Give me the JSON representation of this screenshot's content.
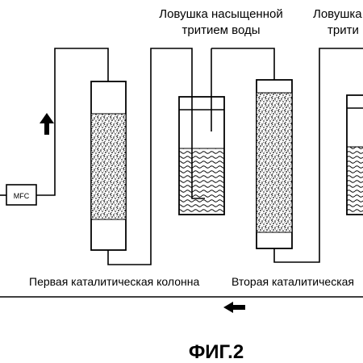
{
  "labels": {
    "trap1_line1": "Ловушка насыщенной",
    "trap1_line2": "тритием воды",
    "trap2_line1": "Ловушка",
    "trap2_line2": "трити",
    "mfc": "MFC",
    "column1": "Первая каталитическая колонна",
    "column2": "Вторая каталитическая",
    "figure_caption": "ФИГ.2"
  }
}
